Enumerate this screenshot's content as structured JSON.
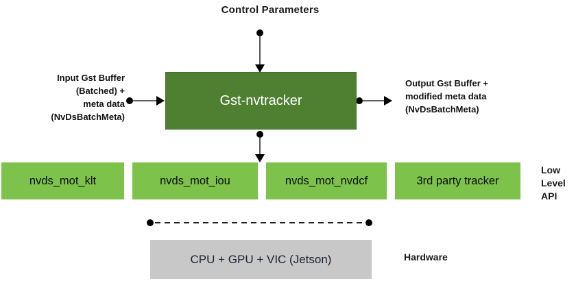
{
  "title": "Control Parameters",
  "main_box": {
    "label": "Gst-nvtracker"
  },
  "input_label": {
    "lines": [
      "Input Gst Buffer",
      "(Batched) +",
      "meta data",
      "(NvDsBatchMeta)"
    ]
  },
  "output_label": {
    "lines": [
      "Output Gst Buffer +",
      "modified meta data",
      "(NvDsBatchMeta)"
    ]
  },
  "low_level_boxes": [
    {
      "label": "nvds_mot_klt"
    },
    {
      "label": "nvds_mot_iou"
    },
    {
      "label": "nvds_mot_nvdcf"
    },
    {
      "label": "3rd party tracker"
    }
  ],
  "low_level_api_caption": {
    "lines": [
      "Low",
      "Level",
      "API"
    ]
  },
  "hardware_box": {
    "label": "CPU + GPU + VIC (Jetson)"
  },
  "hardware_caption": "Hardware",
  "icons": {
    "connector_dot": "filled-circle",
    "connector_arrowhead": "filled-triangle"
  },
  "colors": {
    "plugin_box_green": "#4f8032",
    "low_level_box_green": "#7dc24b",
    "hardware_box_gray": "#c8c8c8",
    "connector_black": "#000000",
    "text_dark": "#1b1b1b"
  }
}
